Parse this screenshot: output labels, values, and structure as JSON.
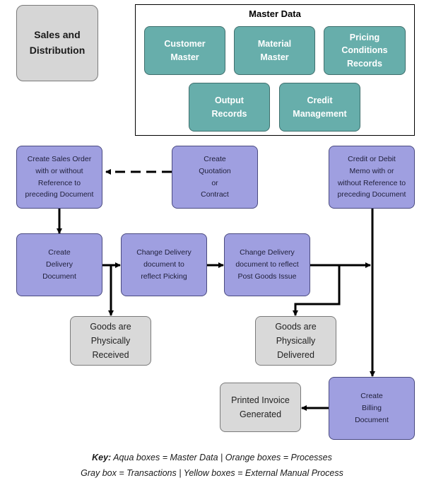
{
  "sales_box": "Sales and\nDistribution",
  "master_data": {
    "title": "Master Data",
    "boxes": {
      "customer": "Customer\nMaster",
      "material": "Material\nMaster",
      "pricing": "Pricing\nConditions\nRecords",
      "output": "Output\nRecords",
      "credit": "Credit\nManagement"
    }
  },
  "process": {
    "create_sales_order": "Create Sales Order\nwith or without\nReference to\npreceding Document",
    "create_quotation": "Create\nQuotation\nor\nContract",
    "credit_debit_memo": "Credit or Debit\nMemo with or\nwithout Reference to\npreceding Document",
    "create_delivery": "Create\nDelivery\nDocument",
    "change_delivery_picking": "Change Delivery\ndocument to\nreflect Picking",
    "change_delivery_pgi": "Change Delivery\ndocument to reflect\nPost Goods Issue",
    "create_billing": "Create\nBilling\nDocument"
  },
  "transactions": {
    "goods_received": "Goods are\nPhysically\nReceived",
    "goods_delivered": "Goods are\nPhysically\nDelivered",
    "printed_invoice": "Printed Invoice\nGenerated"
  },
  "key": {
    "label": "Key:",
    "line1": "Aqua boxes = Master Data  |  Orange boxes = Processes",
    "line2": "Gray box = Transactions  |  Yellow boxes = External Manual Process"
  },
  "colors": {
    "aqua": "#67aeab",
    "purple": "#9f9fe0",
    "gray": "#d9d9d9"
  }
}
